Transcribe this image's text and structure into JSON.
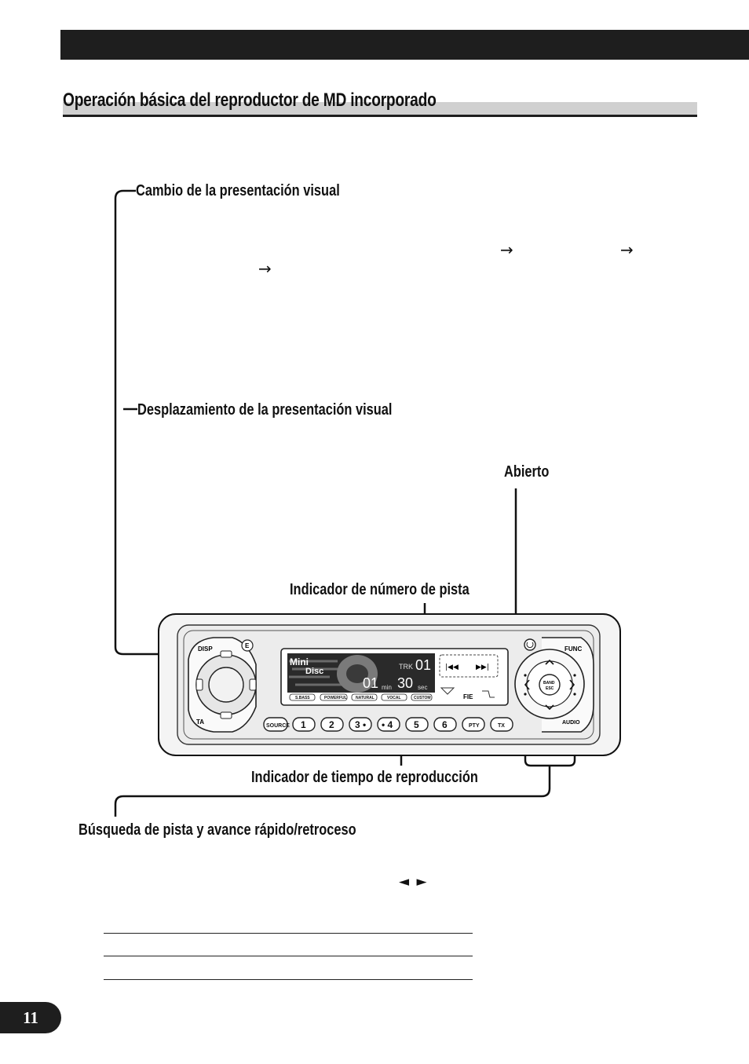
{
  "page": {
    "section_title": "Operación básica del reproductor de MD incorporado",
    "page_number": "11"
  },
  "labels": {
    "display_change": "Cambio de la presentación visual",
    "display_scroll": "Desplazamiento de la presentación visual",
    "open": "Abierto",
    "track_number_indicator": "Indicador de número de pista",
    "play_time_indicator": "Indicador de tiempo de reproducción",
    "track_search": "Búsqueda de pista y avance rápido/retroceso"
  },
  "symbols": {
    "right_arrow": "→",
    "left_right_triangles": "◄ ►"
  },
  "device": {
    "disp_label": "DISP",
    "e_label": "E",
    "ta_label": "TA",
    "func_label": "FUNC",
    "audio_label": "AUDIO",
    "band_label": "BAND",
    "esc_label": "ESC",
    "source_label": "SOURCE",
    "preset_buttons": [
      "1",
      "2",
      "3 •",
      "• 4",
      "5",
      "6"
    ],
    "pty_label": "PTY",
    "tx_label": "TX",
    "display": {
      "mini": "Mini",
      "disc": "Disc",
      "trk_label": "TRK",
      "track_number": "01",
      "minutes": "01",
      "min_label": "min",
      "seconds": "30",
      "sec_label": "sec",
      "fie_label": "FIE",
      "eq_labels": [
        "S.BASS",
        "POWERFUL",
        "NATURAL",
        "VOCAL",
        "CUSTOM"
      ]
    }
  }
}
